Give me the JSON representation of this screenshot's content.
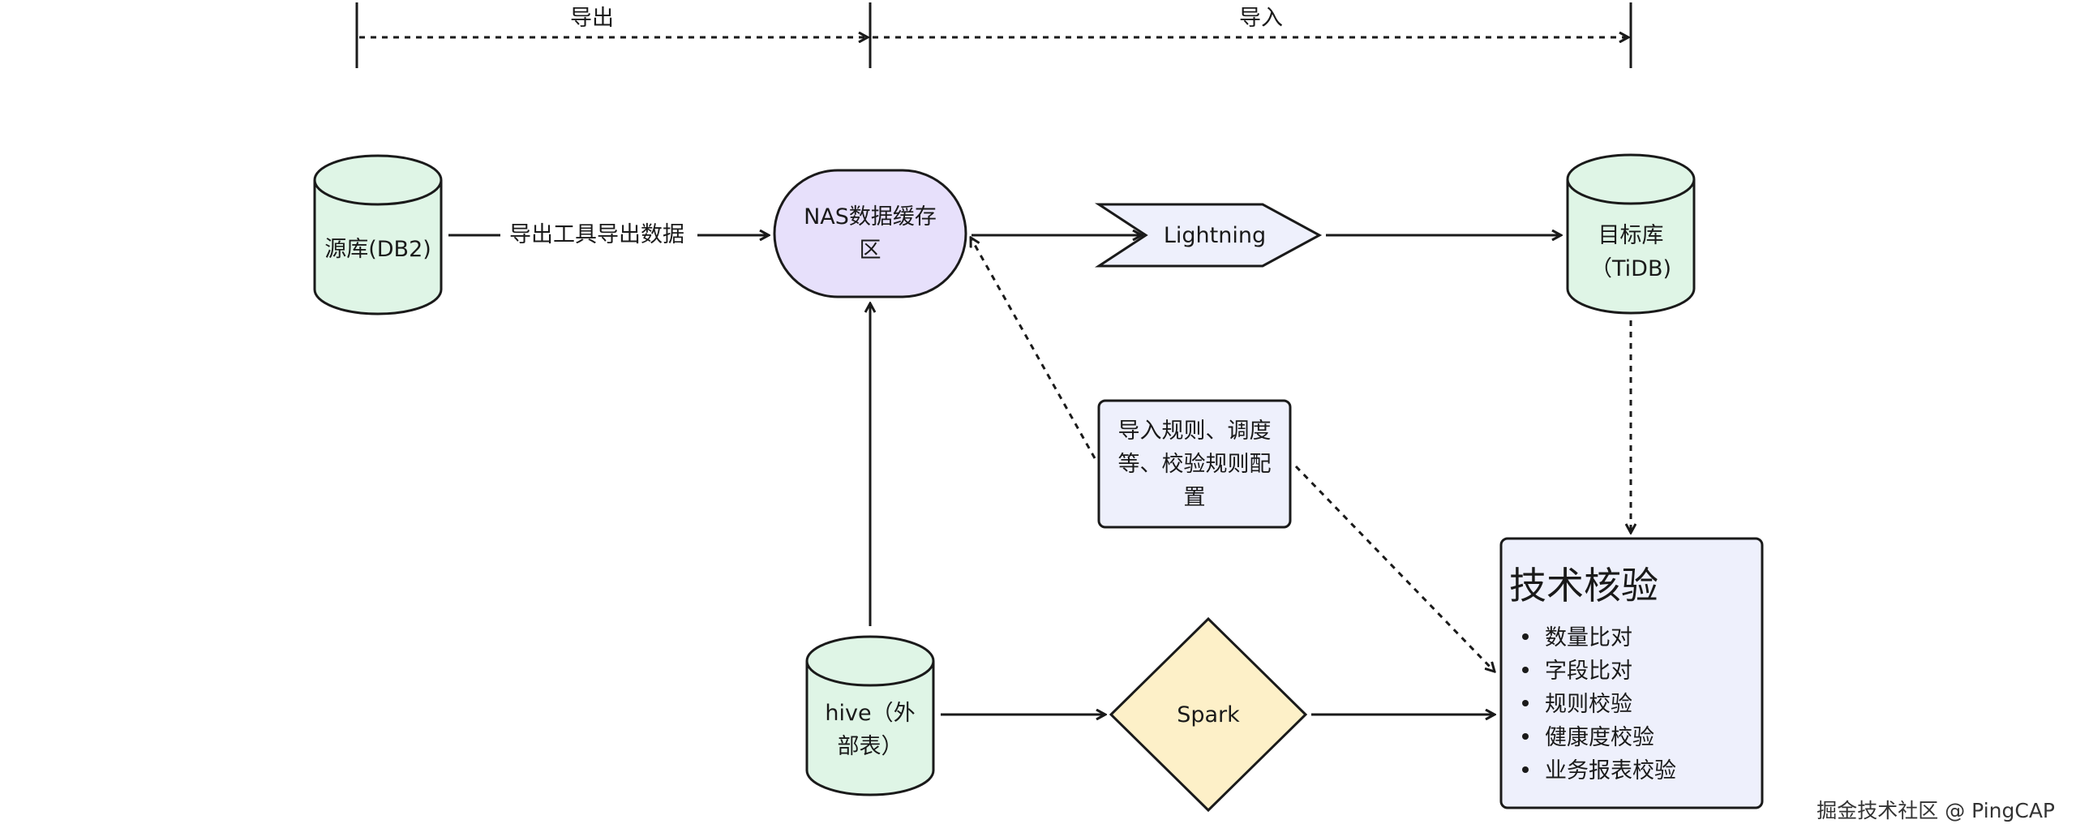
{
  "phases": {
    "export": "导出",
    "import": "导入"
  },
  "nodes": {
    "source_db": "源库(DB2)",
    "nas_cache": "NAS数据缓存\n区",
    "lightning": "Lightning",
    "target_db": "目标库\n（TiDB)",
    "config_box": "导入规则、调度\n等、校验规则配\n置",
    "hive": "hive（外\n部表）",
    "spark": "Spark"
  },
  "edges": {
    "export_tool": "导出工具导出数据"
  },
  "tech_check": {
    "title": "技术核验",
    "items": [
      "数量比对",
      "字段比对",
      "规则校验",
      "健康度校验",
      "业务报表校验"
    ]
  },
  "watermark": "掘金技术社区 @ PingCAP",
  "colors": {
    "db_fill": "#dff5e6",
    "nas_fill": "#e7e0fb",
    "box_fill": "#eef0fc",
    "spark_fill": "#fdf0c8",
    "stroke": "#1a1a1a"
  }
}
